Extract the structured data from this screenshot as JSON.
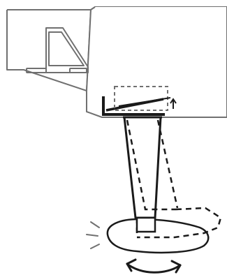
{
  "diagram": {
    "kind": "installation-illustration",
    "colors": {
      "line": "#1a1a1a",
      "appliance_fill": "#ffffff",
      "appliance_outline": "#707070",
      "background": "#ffffff"
    },
    "parts": [
      "appliance-cabinet",
      "cabinet-side-panel",
      "stabilizer-bracket",
      "support-leg",
      "adjustment-zone-dashed",
      "leg-alternate-position-dashed",
      "foot-base",
      "rotation-arrow"
    ]
  }
}
